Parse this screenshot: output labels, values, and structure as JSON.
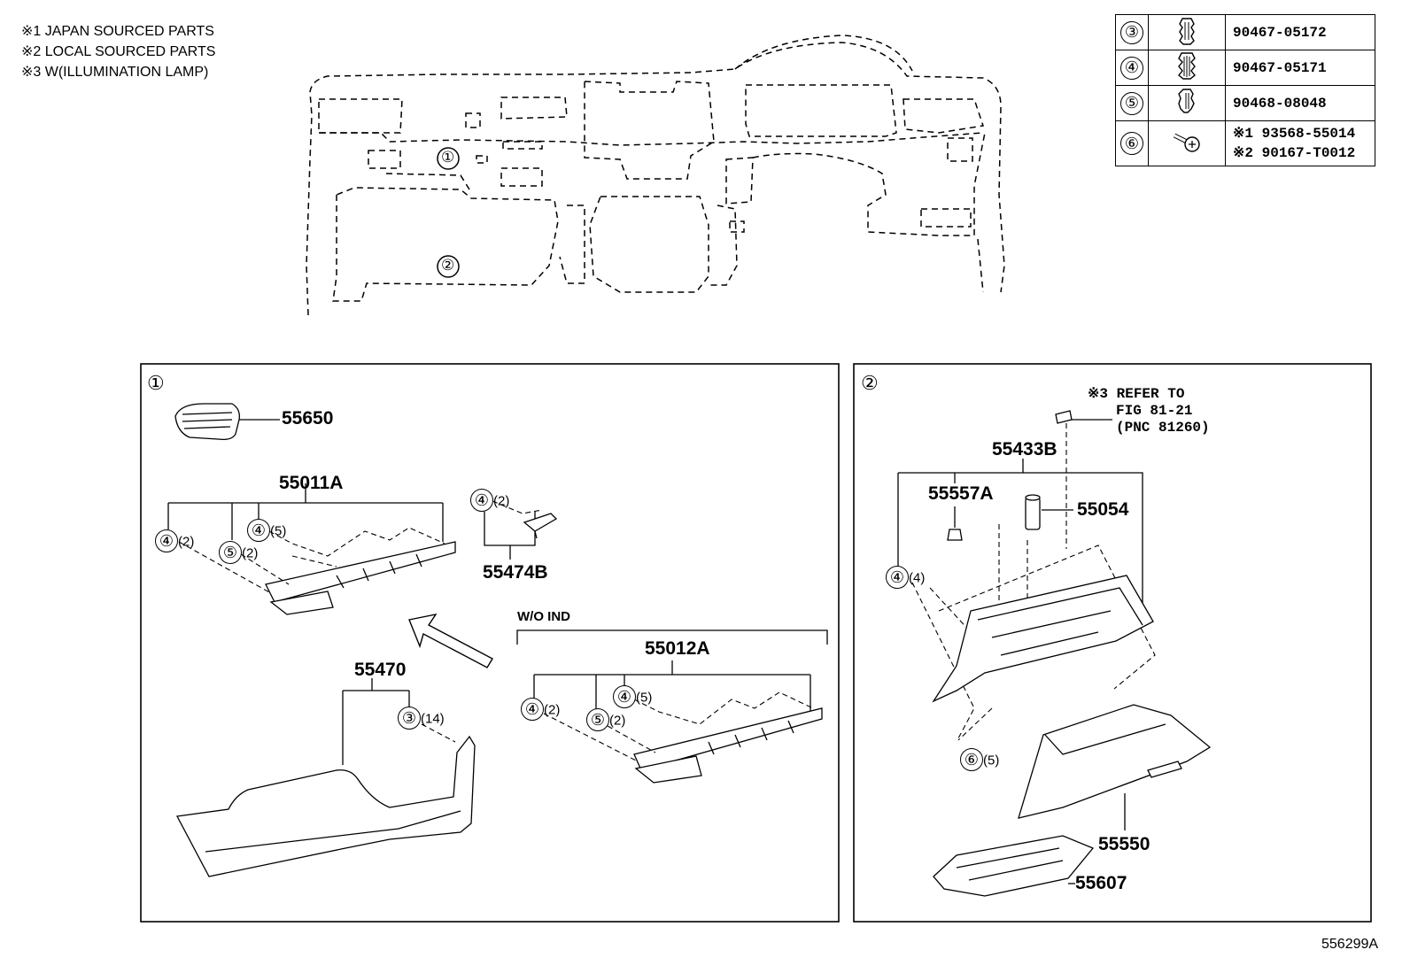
{
  "notes": [
    "※1 JAPAN SOURCED PARTS",
    "※2 LOCAL SOURCED PARTS",
    "※3 W(ILLUMINATION LAMP)"
  ],
  "overview": {
    "zone1": "①",
    "zone2": "②"
  },
  "parts_table": [
    {
      "ref": "③",
      "icon": "clip-icon",
      "part": "90467-05172"
    },
    {
      "ref": "④",
      "icon": "clip-icon",
      "part": "90467-05171"
    },
    {
      "ref": "⑤",
      "icon": "clip-icon",
      "part": "90468-08048"
    },
    {
      "ref": "⑥",
      "icon": "screw-icon",
      "part": "※1 93568-55014",
      "part2": "※2 90167-T0012"
    }
  ],
  "panel1": {
    "marker": "①",
    "parts": {
      "p55650": "55650",
      "p55011A": "55011A",
      "p55474B": "55474B",
      "p55470": "55470",
      "p55012A": "55012A"
    },
    "wo_ind": "W/O IND",
    "callouts": {
      "a_ref": "④",
      "a_qty": "(2)",
      "b_ref": "⑤",
      "b_qty": "(2)",
      "c_ref": "④",
      "c_qty": "(5)",
      "d_ref": "④",
      "d_qty": "(2)",
      "e_ref": "③",
      "e_qty": "(14)",
      "f_ref": "④",
      "f_qty": "(2)",
      "g_ref": "⑤",
      "g_qty": "(2)",
      "h_ref": "④",
      "h_qty": "(5)"
    }
  },
  "panel2": {
    "marker": "②",
    "refer_line1": "※3 REFER TO",
    "refer_line2": "FIG 81-21",
    "refer_line3": "(PNC 81260)",
    "parts": {
      "p55433B": "55433B",
      "p55557A": "55557A",
      "p55054": "55054",
      "p55550": "55550",
      "p55607": "55607"
    },
    "callouts": {
      "a_ref": "④",
      "a_qty": "(4)",
      "b_ref": "⑥",
      "b_qty": "(5)"
    }
  },
  "figure_code": "556299A"
}
